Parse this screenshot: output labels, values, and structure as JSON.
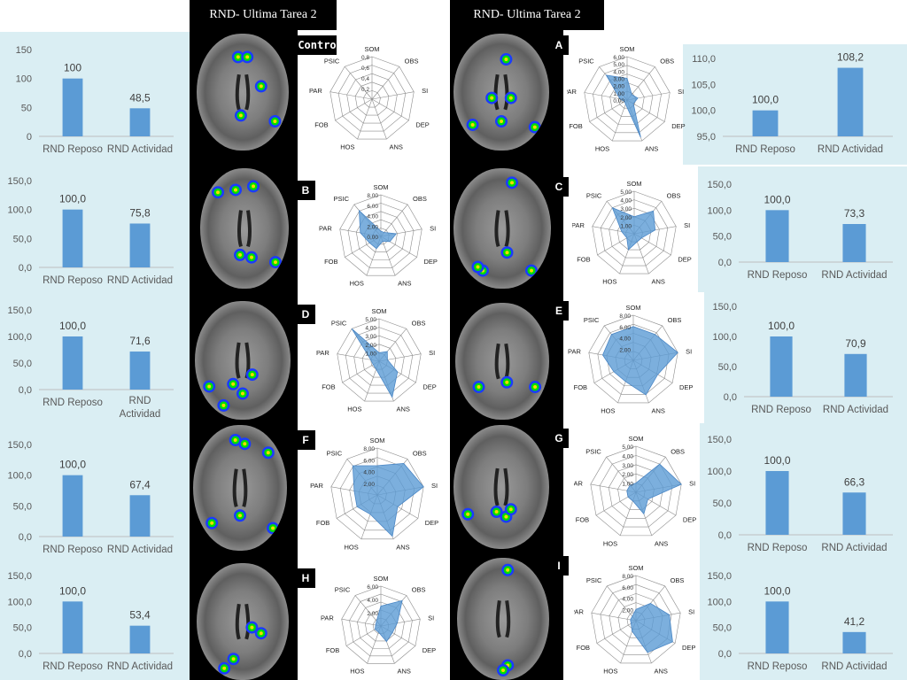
{
  "titles": [
    "RND- Ultima Tarea 2",
    "RND- Ultima Tarea 2"
  ],
  "panel_labels": [
    "Contro",
    "A",
    "B",
    "C",
    "D",
    "E",
    "F",
    "G",
    "H",
    "I"
  ],
  "radar_axes": [
    "SOM",
    "OBS",
    "SI",
    "DEP",
    "ANS",
    "HOS",
    "FOB",
    "PAR",
    "PSIC"
  ],
  "colors": {
    "bar": "#5b9bd5",
    "panel": "#daeef3",
    "radar_fill": "#5b9bd5"
  },
  "chart_data": [
    {
      "type": "bar",
      "panel": "left-1",
      "categories": [
        "RND Reposo",
        "RND Actividad"
      ],
      "values": [
        100,
        48.5
      ],
      "labels": [
        "100",
        "48,5"
      ],
      "ylim": [
        0,
        150
      ],
      "yticks": [
        "0",
        "50",
        "100",
        "150"
      ]
    },
    {
      "type": "bar",
      "panel": "left-2",
      "categories": [
        "RND Reposo",
        "RND Actividad"
      ],
      "values": [
        100,
        75.8
      ],
      "labels": [
        "100,0",
        "75,8"
      ],
      "ylim": [
        0,
        150
      ],
      "yticks": [
        "0,0",
        "50,0",
        "100,0",
        "150,0"
      ]
    },
    {
      "type": "bar",
      "panel": "left-3",
      "categories": [
        "RND Reposo",
        "RND Actividad"
      ],
      "values": [
        100,
        71.6
      ],
      "labels": [
        "100,0",
        "71,6"
      ],
      "ylim": [
        0,
        150
      ],
      "yticks": [
        "0,0",
        "50,0",
        "100,0",
        "150,0"
      ]
    },
    {
      "type": "bar",
      "panel": "left-4",
      "categories": [
        "RND Reposo",
        "RND Actividad"
      ],
      "values": [
        100,
        67.4
      ],
      "labels": [
        "100,0",
        "67,4"
      ],
      "ylim": [
        0,
        150
      ],
      "yticks": [
        "0,0",
        "50,0",
        "100,0",
        "150,0"
      ]
    },
    {
      "type": "bar",
      "panel": "left-5",
      "categories": [
        "RND Reposo",
        "RND Actividad"
      ],
      "values": [
        100,
        53.4
      ],
      "labels": [
        "100,0",
        "53,4"
      ],
      "ylim": [
        0,
        150
      ],
      "yticks": [
        "0,0",
        "50,0",
        "100,0",
        "150,0"
      ]
    },
    {
      "type": "bar",
      "panel": "right-1",
      "categories": [
        "RND Reposo",
        "RND Actividad"
      ],
      "values": [
        100,
        108.2
      ],
      "labels": [
        "100,0",
        "108,2"
      ],
      "ylim": [
        95,
        110
      ],
      "yticks": [
        "95,0",
        "100,0",
        "105,0",
        "110,0"
      ]
    },
    {
      "type": "bar",
      "panel": "right-2",
      "categories": [
        "RND Reposo",
        "RND Actividad"
      ],
      "values": [
        100,
        73.3
      ],
      "labels": [
        "100,0",
        "73,3"
      ],
      "ylim": [
        0,
        150
      ],
      "yticks": [
        "0,0",
        "50,0",
        "100,0",
        "150,0"
      ]
    },
    {
      "type": "bar",
      "panel": "right-3",
      "categories": [
        "RND Reposo",
        "RND Actividad"
      ],
      "values": [
        100,
        70.9
      ],
      "labels": [
        "100,0",
        "70,9"
      ],
      "ylim": [
        0,
        150
      ],
      "yticks": [
        "0,0",
        "50,0",
        "100,0",
        "150,0"
      ]
    },
    {
      "type": "bar",
      "panel": "right-4",
      "categories": [
        "RND Reposo",
        "RND Actividad"
      ],
      "values": [
        100,
        66.3
      ],
      "labels": [
        "100,0",
        "66,3"
      ],
      "ylim": [
        0,
        150
      ],
      "yticks": [
        "0,0",
        "50,0",
        "100,0",
        "150,0"
      ]
    },
    {
      "type": "bar",
      "panel": "right-5",
      "categories": [
        "RND Reposo",
        "RND Actividad"
      ],
      "values": [
        100,
        41.2
      ],
      "labels": [
        "100,0",
        "41,2"
      ],
      "ylim": [
        0,
        150
      ],
      "yticks": [
        "0,0",
        "50,0",
        "100,0",
        "150,0"
      ]
    },
    {
      "type": "radar",
      "panel": "Contro",
      "max": 1.0,
      "ticks": [
        "0,2",
        "0,4",
        "0,6",
        "0,8"
      ],
      "values": [
        0,
        0,
        0,
        0,
        0,
        0,
        0,
        0,
        0
      ]
    },
    {
      "type": "radar",
      "panel": "A",
      "max": 6,
      "ticks": [
        "0,00",
        "1,00",
        "2,00",
        "3,00",
        "4,00",
        "5,00",
        "6,00"
      ],
      "values": [
        3.0,
        1.0,
        1.5,
        1.0,
        5.5,
        0.6,
        0.4,
        1.0,
        4.5
      ]
    },
    {
      "type": "radar",
      "panel": "B",
      "max": 8,
      "ticks": [
        "0,00",
        "2,00",
        "4,00",
        "6,00",
        "8,00"
      ],
      "values": [
        1.0,
        1.0,
        3.0,
        2.0,
        1.0,
        2.5,
        2.5,
        4.0,
        6.5
      ]
    },
    {
      "type": "radar",
      "panel": "C",
      "max": 5,
      "ticks": [
        "1,00",
        "2,00",
        "3,00",
        "4,00",
        "5,00"
      ],
      "values": [
        2.0,
        3.5,
        2.5,
        1.0,
        1.0,
        2.0,
        1.0,
        1.5,
        4.0
      ]
    },
    {
      "type": "radar",
      "panel": "D",
      "max": 5,
      "ticks": [
        "1,00",
        "2,00",
        "3,00",
        "4,00",
        "5,00"
      ],
      "values": [
        1.0,
        1.5,
        1.0,
        2.5,
        4.5,
        1.0,
        0.8,
        1.0,
        5.0
      ]
    },
    {
      "type": "radar",
      "panel": "E",
      "max": 8,
      "ticks": [
        "2,00",
        "4,00",
        "6,00",
        "8,00"
      ],
      "values": [
        6.0,
        6.0,
        8.0,
        5.0,
        6.5,
        4.0,
        4.0,
        5.5,
        6.0
      ]
    },
    {
      "type": "radar",
      "panel": "F",
      "max": 8,
      "ticks": [
        "2,00",
        "4,00",
        "6,00",
        "8,00"
      ],
      "values": [
        5.0,
        7.0,
        8.0,
        4.0,
        7.5,
        3.5,
        4.0,
        4.0,
        6.5
      ]
    },
    {
      "type": "radar",
      "panel": "G",
      "max": 5,
      "ticks": [
        "1,00",
        "2,00",
        "3,00",
        "4,00",
        "5,00"
      ],
      "values": [
        1.0,
        4.0,
        5.0,
        1.5,
        2.5,
        1.0,
        1.0,
        1.0,
        1.0
      ]
    },
    {
      "type": "radar",
      "panel": "H",
      "max": 6,
      "ticks": [
        "2,00",
        "4,00",
        "6,00"
      ],
      "values": [
        3.0,
        5.0,
        2.5,
        2.0,
        2.5,
        1.0,
        1.0,
        0.8,
        1.0
      ]
    },
    {
      "type": "radar",
      "panel": "I",
      "max": 8,
      "ticks": [
        "2,00",
        "4,00",
        "6,00",
        "8,00"
      ],
      "values": [
        2.0,
        4.0,
        6.0,
        7.5,
        6.0,
        2.0,
        1.0,
        1.0,
        1.0
      ]
    }
  ]
}
